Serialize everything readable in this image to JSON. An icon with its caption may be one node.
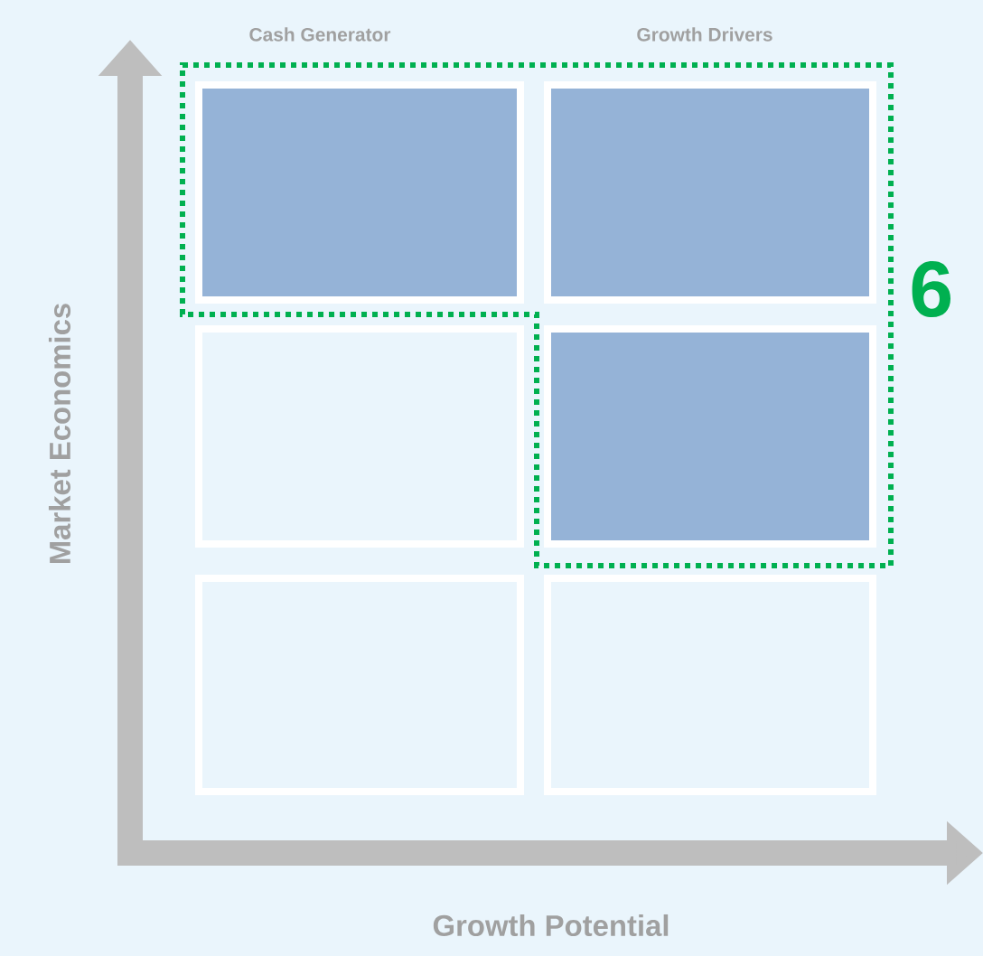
{
  "diagram": {
    "nodes": [
      {
        "text": [],
        "shape": "box"
      },
      {
        "text": [],
        "shape": "box"
      },
      {
        "text": [],
        "shape": "box"
      },
      {
        "text": [],
        "shape": "box"
      },
      {
        "text": [],
        "shape": "box"
      },
      {
        "text": [],
        "shape": "box"
      }
    ],
    "labels": [
      "Cash Generator",
      "Growth Drivers",
      "6",
      "Market Economics",
      "Growth Potential"
    ]
  }
}
